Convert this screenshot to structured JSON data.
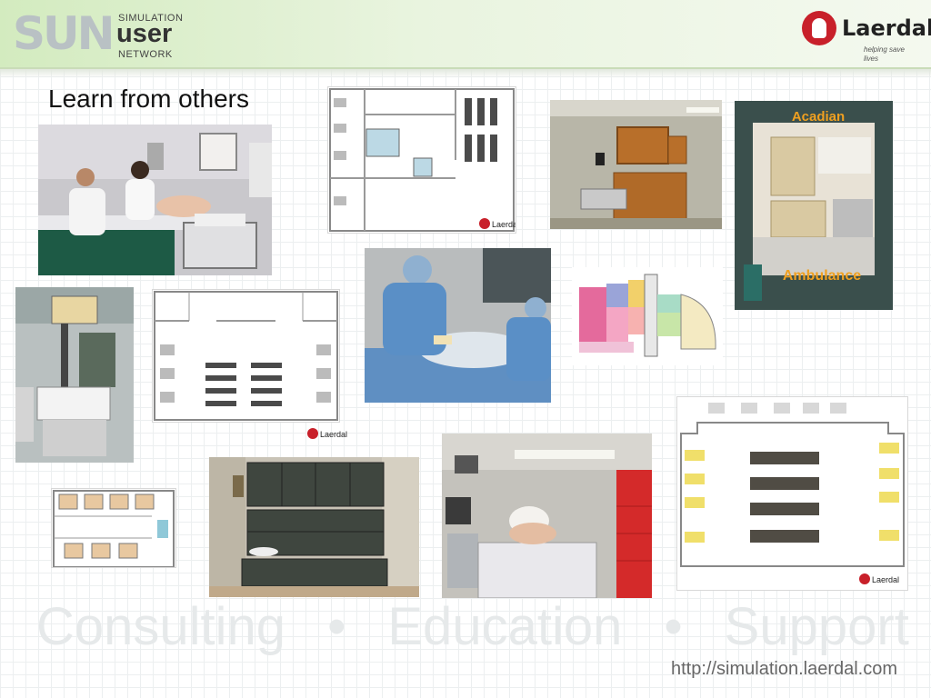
{
  "header": {
    "sun_logo": {
      "big": "SUN",
      "line1": "SIMULATION",
      "line2": "user",
      "line3": "NETWORK"
    },
    "laerdal_logo": {
      "name": "Laerdal",
      "reg": "®",
      "tagline": "helping save lives"
    }
  },
  "slide": {
    "title": "Learn from others"
  },
  "plan_labels": {
    "laerdal": "Laerdal"
  },
  "photos": {
    "ambulance_top": "Acadian",
    "ambulance_bottom": "Ambulance"
  },
  "footer": {
    "words": [
      "Consulting",
      "•",
      "Education",
      "•",
      "Support"
    ],
    "url": "http://simulation.laerdal.com"
  },
  "colors": {
    "header_green": "#d3ebbf",
    "laerdal_red": "#c8202a",
    "ambulance_text": "#f0a020"
  }
}
